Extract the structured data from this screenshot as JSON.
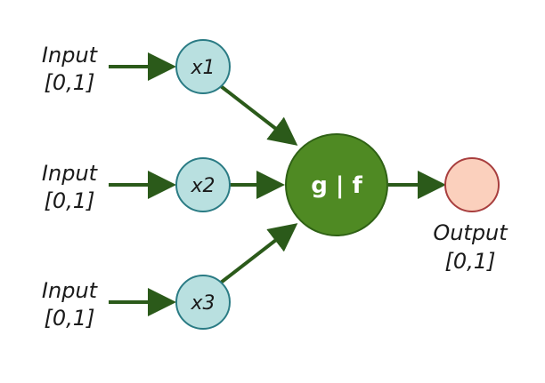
{
  "inputs": [
    {
      "label_line1": "Input",
      "label_line2": "[0,1]",
      "node": "x1"
    },
    {
      "label_line1": "Input",
      "label_line2": "[0,1]",
      "node": "x2"
    },
    {
      "label_line1": "Input",
      "label_line2": "[0,1]",
      "node": "x3"
    }
  ],
  "neuron": {
    "label": "g | f"
  },
  "output": {
    "label_line1": "Output",
    "label_line2": "[0,1]"
  },
  "colors": {
    "input_fill": "#b9e0e0",
    "input_stroke": "#2a7b84",
    "neuron_fill": "#4f8a23",
    "output_fill": "#fbd0bd",
    "output_stroke": "#a83e3e",
    "arrow": "#2b5a1a"
  }
}
